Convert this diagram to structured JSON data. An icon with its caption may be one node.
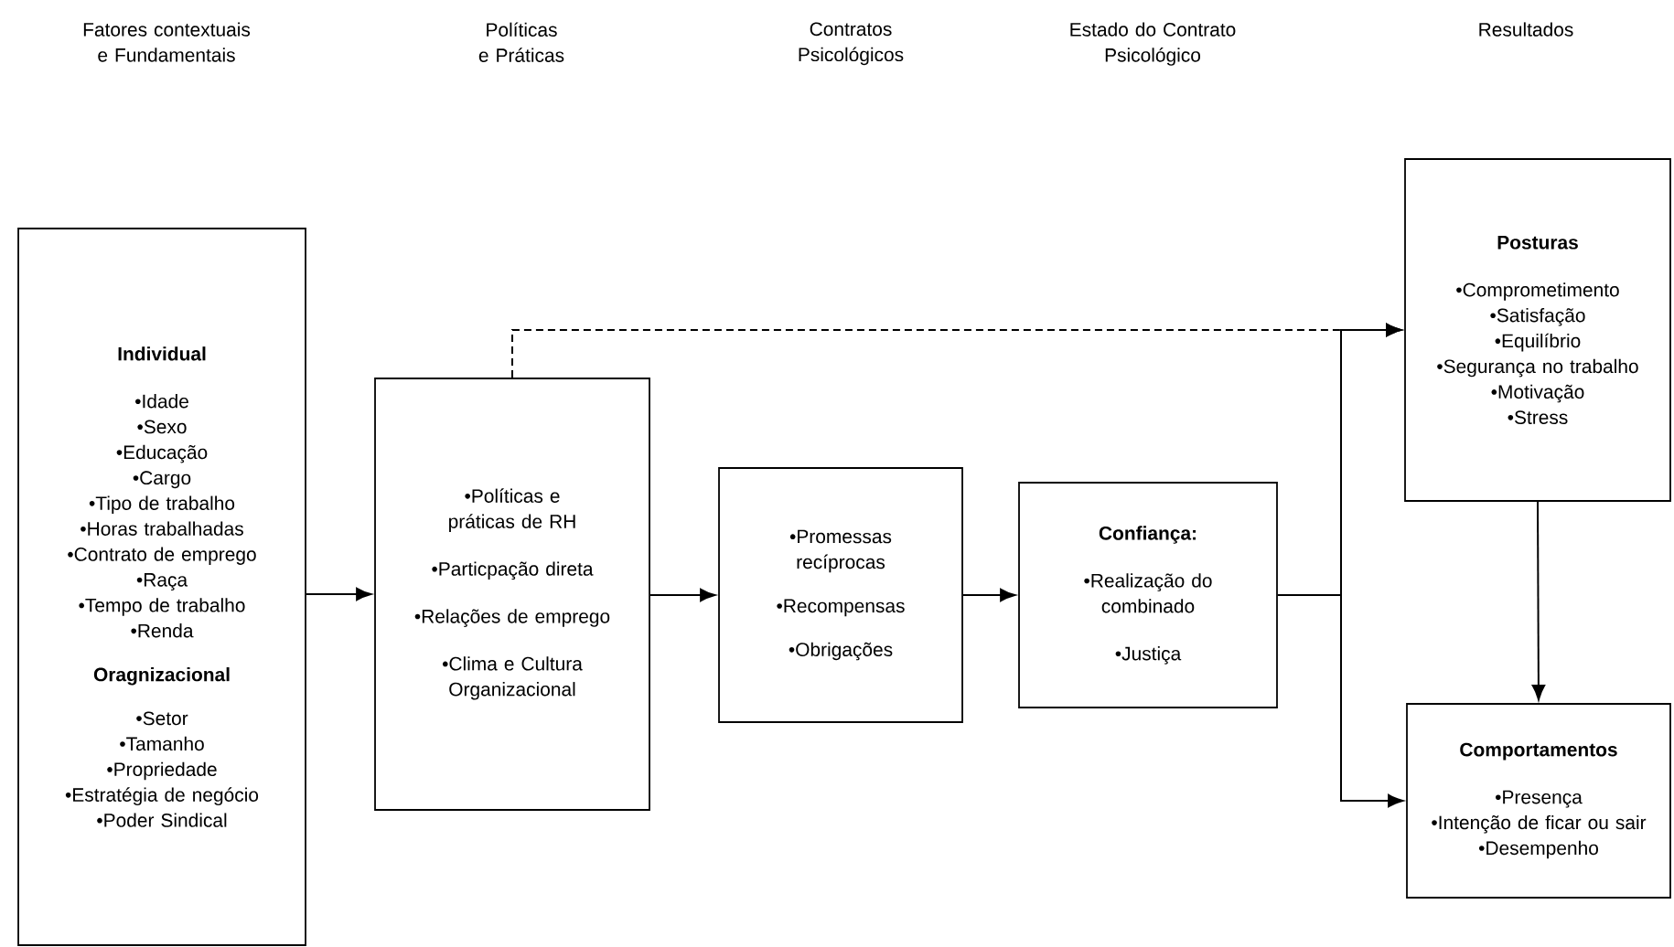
{
  "diagram": {
    "nodes": [
      {
        "text": [
          "Individual",
          "•Idade",
          "•Sexo",
          "•Educação",
          "•Cargo",
          "•Tipo de trabalho",
          "•Horas trabalhadas",
          "•Contrato de emprego",
          "•Raça",
          "•Tempo de trabalho",
          "•Renda",
          "Oragnizacional",
          "•Setor",
          "•Tamanho",
          "•Propriedade",
          "•Estratégia de negócio",
          "•Poder Sindical"
        ]
      },
      {
        "text": [
          "•Políticas e práticas de RH",
          "•Particpação direta",
          "•Relações de emprego",
          "•Clima e Cultura Organizacional"
        ]
      },
      {
        "text": [
          "•Promessas recíprocas",
          "•Recompensas",
          "•Obrigações"
        ]
      },
      {
        "text": [
          "Confiança:",
          "•Realização do combinado",
          "•Justiça"
        ]
      },
      {
        "text": [
          "Posturas",
          "•Comprometimento",
          "•Satisfação",
          "•Equilíbrio",
          "•Segurança no trabalho",
          "•Motivação",
          "•Stress"
        ]
      },
      {
        "text": [
          "Comportamentos",
          "•Presença",
          "•Intenção de ficar ou sair",
          "•Desempenho"
        ]
      }
    ],
    "edges": [
      {
        "from": 0,
        "to": 1,
        "arrow": "to"
      },
      {
        "from": 1,
        "to": 2,
        "arrow": "to"
      },
      {
        "from": 2,
        "to": 3,
        "arrow": "to"
      },
      {
        "from": 3,
        "to": 4,
        "arrow": "to"
      },
      {
        "from": 3,
        "to": 5,
        "arrow": "to"
      },
      {
        "from": 1,
        "to": 4,
        "arrow": "to",
        "style": "dashed"
      },
      {
        "from": 4,
        "to": 5,
        "arrow": "to"
      }
    ],
    "labels": [
      "Fatores contextuais e Fundamentais",
      "Políticas e Práticas",
      "Contratos Psicológicos",
      "Estado do Contrato Psicológico",
      "Resultados"
    ]
  }
}
